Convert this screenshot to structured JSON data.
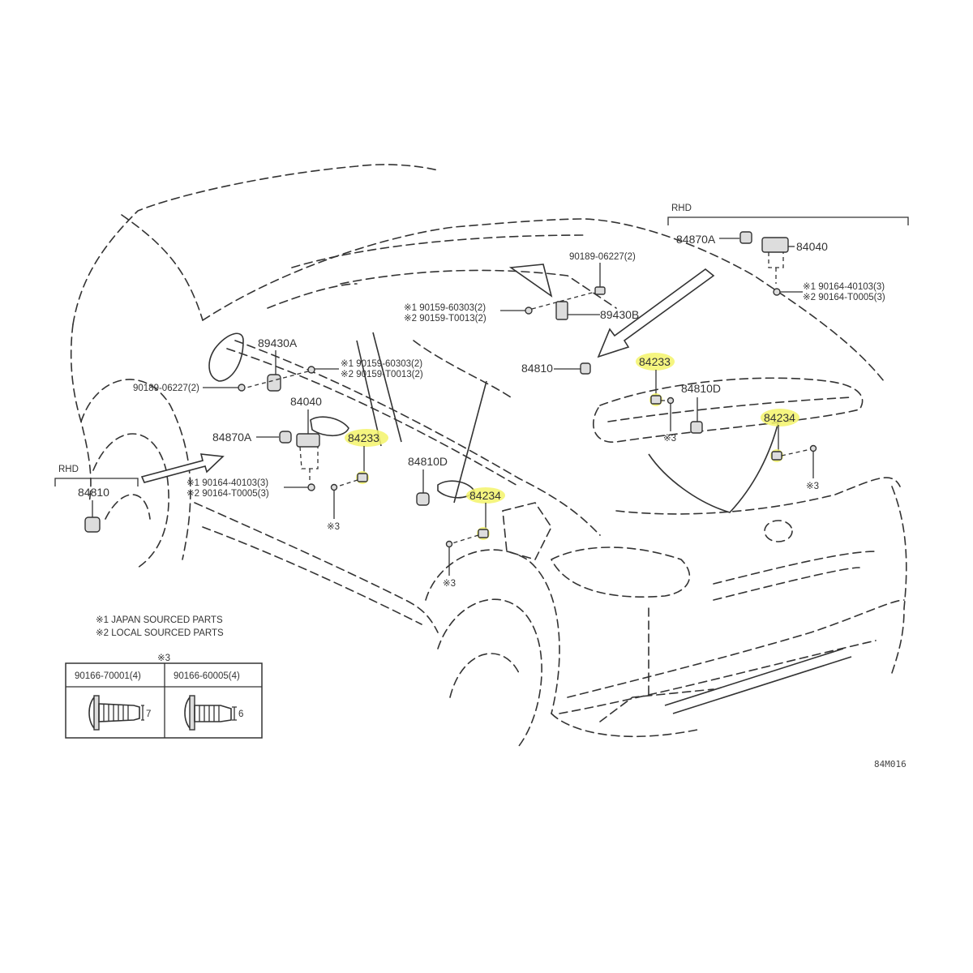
{
  "diagram": {
    "type": "parts-exploded-view",
    "subject": "SUV body side and rear with door/mirror/switch parts",
    "highlight_color": "#f3f36a",
    "figure_code": "84M016",
    "rhd_labels": {
      "top_right": "RHD",
      "left": "RHD"
    },
    "parts": {
      "p84870A_rhd": "84870A",
      "p84040_rhd": "84040",
      "bolt_rhd_1": "※1 90164-40103(3)",
      "bolt_rhd_2": "※2 90164-T0005(3)",
      "p90189_top": "90189-06227(2)",
      "screw_top_1": "※1 90159-60303(2)",
      "screw_top_2": "※2 90159-T0013(2)",
      "p89430B": "89430B",
      "p84810_rear": "84810",
      "p84233_rear": "84233",
      "p84810D_rear": "84810D",
      "p84234_rear": "84234",
      "ref3_rear_a": "※3",
      "ref3_rear_b": "※3",
      "p89430A": "89430A",
      "screw_front_1": "※1 90159-60303(2)",
      "screw_front_2": "※2 90159-T0013(2)",
      "p90189_front": "90189-06227(2)",
      "p84040_front": "84040",
      "p84870A_front": "84870A",
      "p84233_front": "84233",
      "bolt_front_1": "※1 90164-40103(3)",
      "bolt_front_2": "※2 90164-T0005(3)",
      "ref3_front": "※3",
      "p84810D_front": "84810D",
      "p84234_front": "84234",
      "ref3_mid": "※3",
      "p84810_rhd": "84810"
    },
    "highlighted_parts": [
      "84233",
      "84234"
    ],
    "legend": {
      "note1": "※1 JAPAN SOURCED PARTS",
      "note2": "※2 LOCAL SOURCED PARTS"
    },
    "screw_table": {
      "title": "※3",
      "columns": [
        {
          "part": "90166-70001(4)",
          "dimension": "7"
        },
        {
          "part": "90166-60005(4)",
          "dimension": "6"
        }
      ]
    }
  }
}
